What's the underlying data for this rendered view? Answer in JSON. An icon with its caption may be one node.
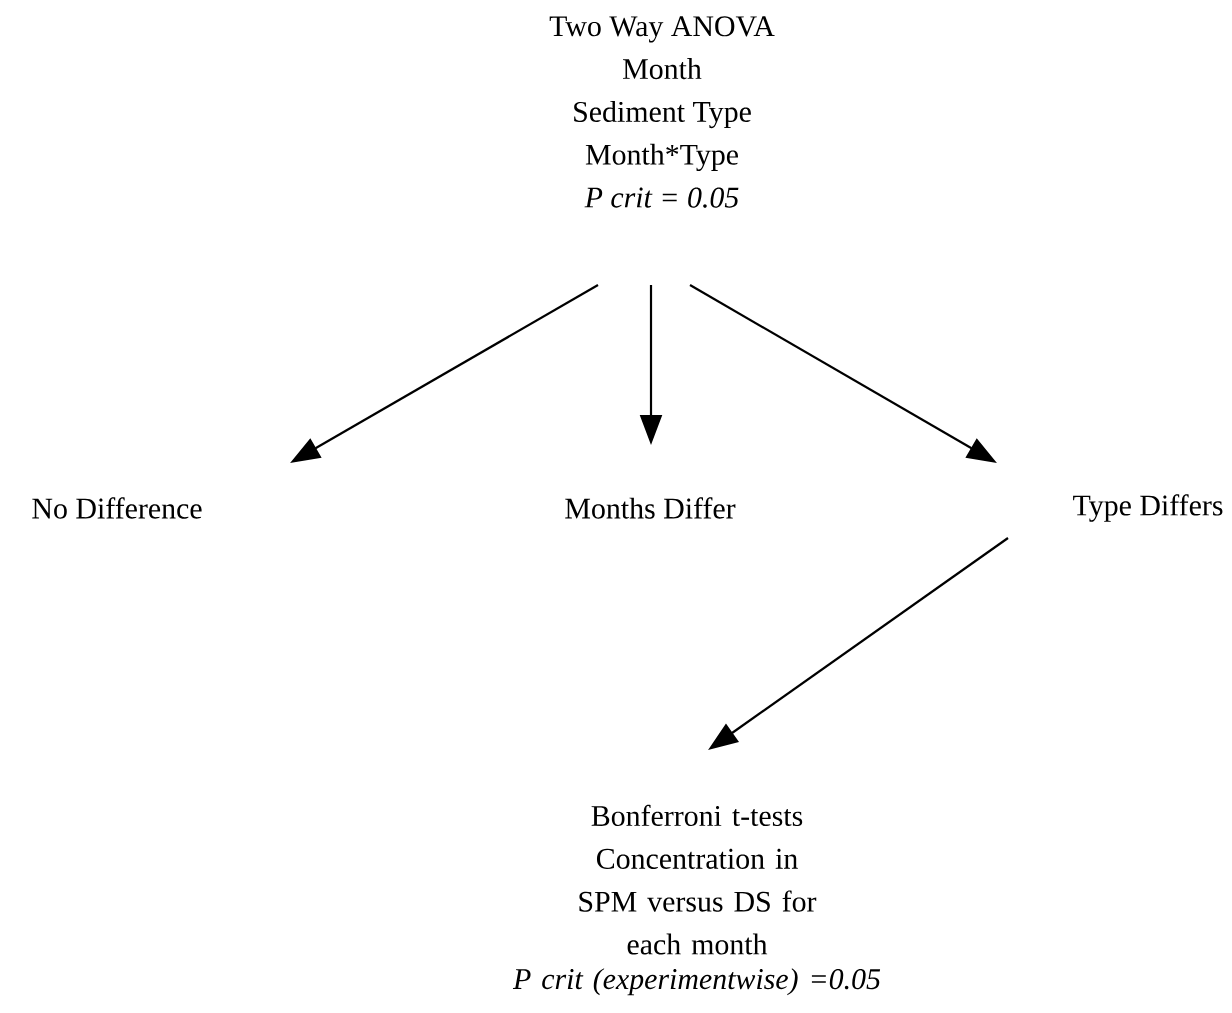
{
  "diagram": {
    "nodes": [
      {
        "text": [
          "Two Way ANOVA",
          "Month",
          "Sediment Type",
          "Month*Type",
          "P crit = 0.05"
        ]
      },
      {
        "text": [
          "No Difference"
        ]
      },
      {
        "text": [
          "Months Differ"
        ]
      },
      {
        "text": [
          "Type Differs"
        ]
      },
      {
        "text": [
          "Bonferroni t-tests",
          "Concentration in SPM versus DS for each month",
          "P crit (experimentwise) =0.05"
        ]
      }
    ],
    "edges": [
      {
        "from": 0,
        "to": 1,
        "arrow": "to"
      },
      {
        "from": 0,
        "to": 2,
        "arrow": "to"
      },
      {
        "from": 0,
        "to": 3,
        "arrow": "to"
      },
      {
        "from": 3,
        "to": 4,
        "arrow": "to"
      }
    ]
  }
}
